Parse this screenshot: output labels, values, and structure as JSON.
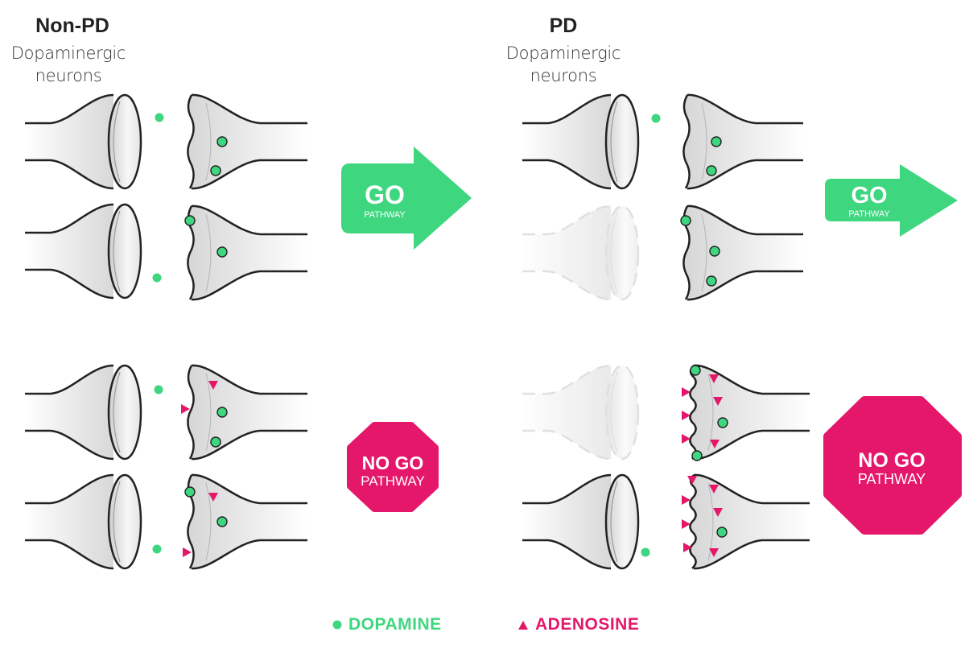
{
  "panels": {
    "left": {
      "title": "Non-PD",
      "subtitle_line1": "Dopaminergic",
      "subtitle_line2": "neurons"
    },
    "right": {
      "title": "PD",
      "subtitle_line1": "Dopaminergic",
      "subtitle_line2": "neurons"
    }
  },
  "signals": {
    "go": {
      "main": "GO",
      "sub": "PATHWAY"
    },
    "nogo": {
      "main": "NO GO",
      "sub": "PATHWAY"
    }
  },
  "legend": {
    "dopamine": {
      "label": "DOPAMINE",
      "icon": "circle"
    },
    "adenosine": {
      "label": "ADENOSINE",
      "icon": "triangle"
    }
  },
  "colors": {
    "dopamine": "#3fd680",
    "adenosine": "#e5176a",
    "go": "#3fd680",
    "nogo": "#e5176a",
    "outline": "#222222",
    "faded": "#c8c8c8"
  }
}
